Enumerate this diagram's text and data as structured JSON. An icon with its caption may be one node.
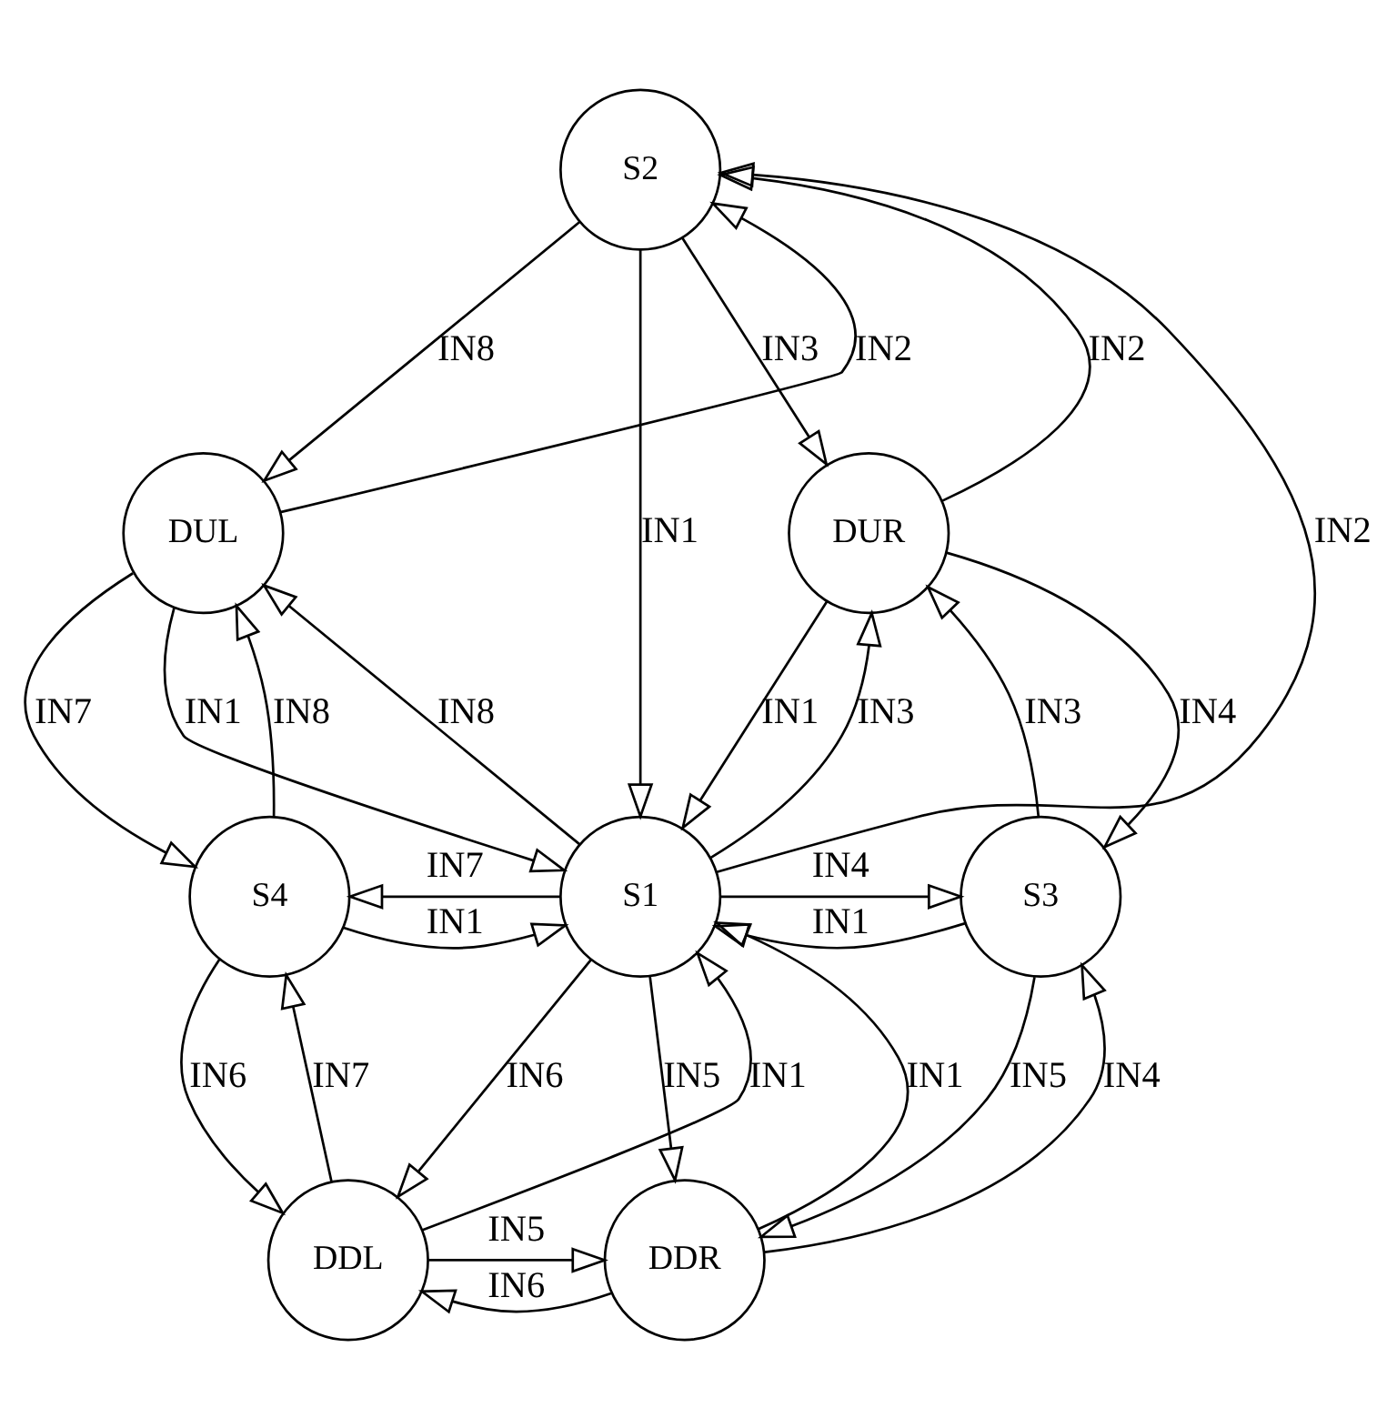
{
  "diagram": {
    "nodes": [
      {
        "text": [
          "S1"
        ]
      },
      {
        "text": [
          "S2"
        ]
      },
      {
        "text": [
          "DUR"
        ]
      },
      {
        "text": [
          "S3"
        ]
      },
      {
        "text": [
          "DDR"
        ]
      },
      {
        "text": [
          "DDL"
        ]
      },
      {
        "text": [
          "S4"
        ]
      },
      {
        "text": [
          "DUL"
        ]
      }
    ],
    "edges": [
      {
        "from": 7,
        "to": 1,
        "arrow": "to",
        "label": "IN2"
      },
      {
        "from": 1,
        "to": 7,
        "arrow": "to",
        "label": "IN8"
      },
      {
        "from": 1,
        "to": 2,
        "arrow": "to",
        "label": "IN3"
      },
      {
        "from": 2,
        "to": 1,
        "arrow": "to",
        "label": "IN2"
      },
      {
        "from": 1,
        "to": 0,
        "arrow": "to",
        "label": "IN1"
      },
      {
        "from": 0,
        "to": 1,
        "arrow": "to",
        "label": "IN2"
      },
      {
        "from": 7,
        "to": 0,
        "arrow": "to",
        "label": "IN1"
      },
      {
        "from": 0,
        "to": 7,
        "arrow": "to",
        "label": "IN8"
      },
      {
        "from": 2,
        "to": 0,
        "arrow": "to",
        "label": "IN1"
      },
      {
        "from": 0,
        "to": 2,
        "arrow": "to",
        "label": "IN3"
      },
      {
        "from": 7,
        "to": 6,
        "arrow": "to",
        "label": "IN7"
      },
      {
        "from": 6,
        "to": 7,
        "arrow": "to",
        "label": "IN8"
      },
      {
        "from": 2,
        "to": 3,
        "arrow": "to",
        "label": "IN4"
      },
      {
        "from": 3,
        "to": 2,
        "arrow": "to",
        "label": "IN3"
      },
      {
        "from": 0,
        "to": 6,
        "arrow": "to",
        "label": "IN7"
      },
      {
        "from": 6,
        "to": 0,
        "arrow": "to",
        "label": "IN1"
      },
      {
        "from": 0,
        "to": 3,
        "arrow": "to",
        "label": "IN4"
      },
      {
        "from": 3,
        "to": 0,
        "arrow": "to",
        "label": "IN1"
      },
      {
        "from": 0,
        "to": 5,
        "arrow": "to",
        "label": "IN6"
      },
      {
        "from": 5,
        "to": 0,
        "arrow": "to",
        "label": "IN1"
      },
      {
        "from": 0,
        "to": 4,
        "arrow": "to",
        "label": "IN5"
      },
      {
        "from": 4,
        "to": 0,
        "arrow": "to",
        "label": "IN1"
      },
      {
        "from": 6,
        "to": 5,
        "arrow": "to",
        "label": "IN6"
      },
      {
        "from": 5,
        "to": 6,
        "arrow": "to",
        "label": "IN7"
      },
      {
        "from": 3,
        "to": 4,
        "arrow": "to",
        "label": "IN5"
      },
      {
        "from": 4,
        "to": 3,
        "arrow": "to",
        "label": "IN4"
      },
      {
        "from": 5,
        "to": 4,
        "arrow": "to",
        "label": "IN5"
      },
      {
        "from": 4,
        "to": 5,
        "arrow": "to",
        "label": "IN6"
      }
    ]
  }
}
